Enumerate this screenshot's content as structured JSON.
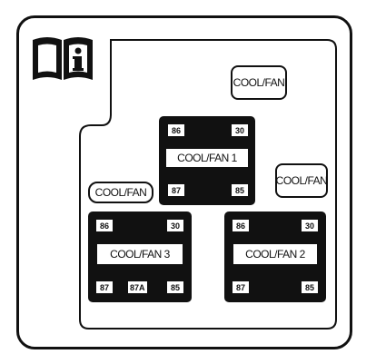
{
  "panel": {
    "fuse_top_right": "COOL/FAN",
    "fuse_middle_right": "COOL/FAN",
    "fuse_left": "COOL/FAN"
  },
  "relays": [
    {
      "label": "COOL/FAN 1",
      "pins": [
        "86",
        "30",
        "87",
        "85"
      ]
    },
    {
      "label": "COOL/FAN 3",
      "pins": [
        "86",
        "30",
        "87",
        "87A",
        "85"
      ]
    },
    {
      "label": "COOL/FAN 2",
      "pins": [
        "86",
        "30",
        "87",
        "85"
      ]
    }
  ],
  "icons": {
    "manual": "owner-manual-info-icon"
  },
  "colors": {
    "ink": "#111111",
    "background": "#ffffff"
  }
}
